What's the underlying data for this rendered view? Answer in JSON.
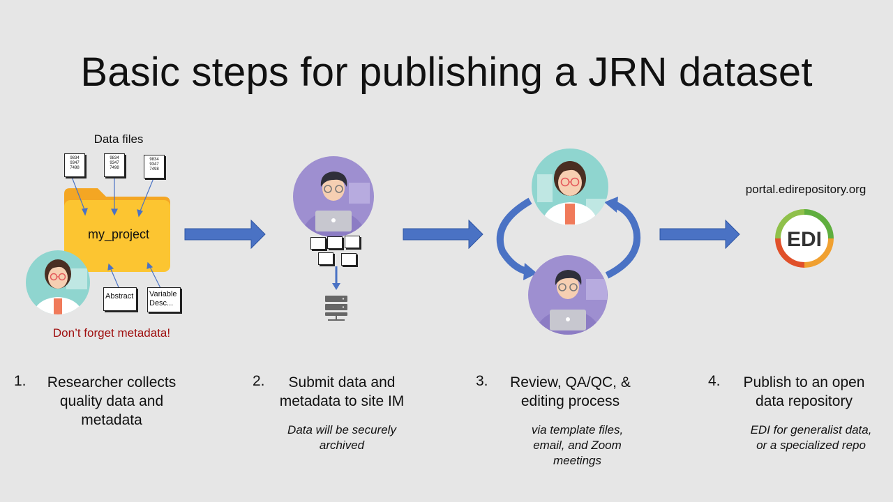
{
  "title": "Basic steps for publishing a JRN dataset",
  "step1": {
    "data_files_label": "Data files",
    "file_lines": [
      "9834",
      "9347",
      "7498"
    ],
    "folder_label": "my_project",
    "abstract_label": "Abstract",
    "variable_line1": "Variable",
    "variable_line2": "Desc...",
    "warning": "Don’t forget metadata!",
    "number": "1.",
    "text": [
      "Researcher collects",
      "quality data and",
      "metadata"
    ]
  },
  "step2": {
    "number": "2.",
    "text": [
      "Submit data and",
      "metadata to site IM"
    ],
    "note": [
      "Data will be securely",
      "archived"
    ]
  },
  "step3": {
    "number": "3.",
    "text": [
      "Review, QA/QC, &",
      "editing process"
    ],
    "note": [
      "via template files,",
      "email, and Zoom",
      "meetings"
    ]
  },
  "step4": {
    "portal": "portal.edirepository.org",
    "logo_text": "EDI",
    "number": "4.",
    "text": [
      "Publish to an open",
      "data repository"
    ],
    "note": [
      "EDI for generalist data,",
      "or a specialized repo"
    ]
  },
  "colors": {
    "arrow_blue": "#4a72c4",
    "folder_yellow": "#fcc531",
    "warning_red": "#a01010",
    "avatar_teal": "#8fd5cf",
    "avatar_purple": "#9e8fd0"
  }
}
